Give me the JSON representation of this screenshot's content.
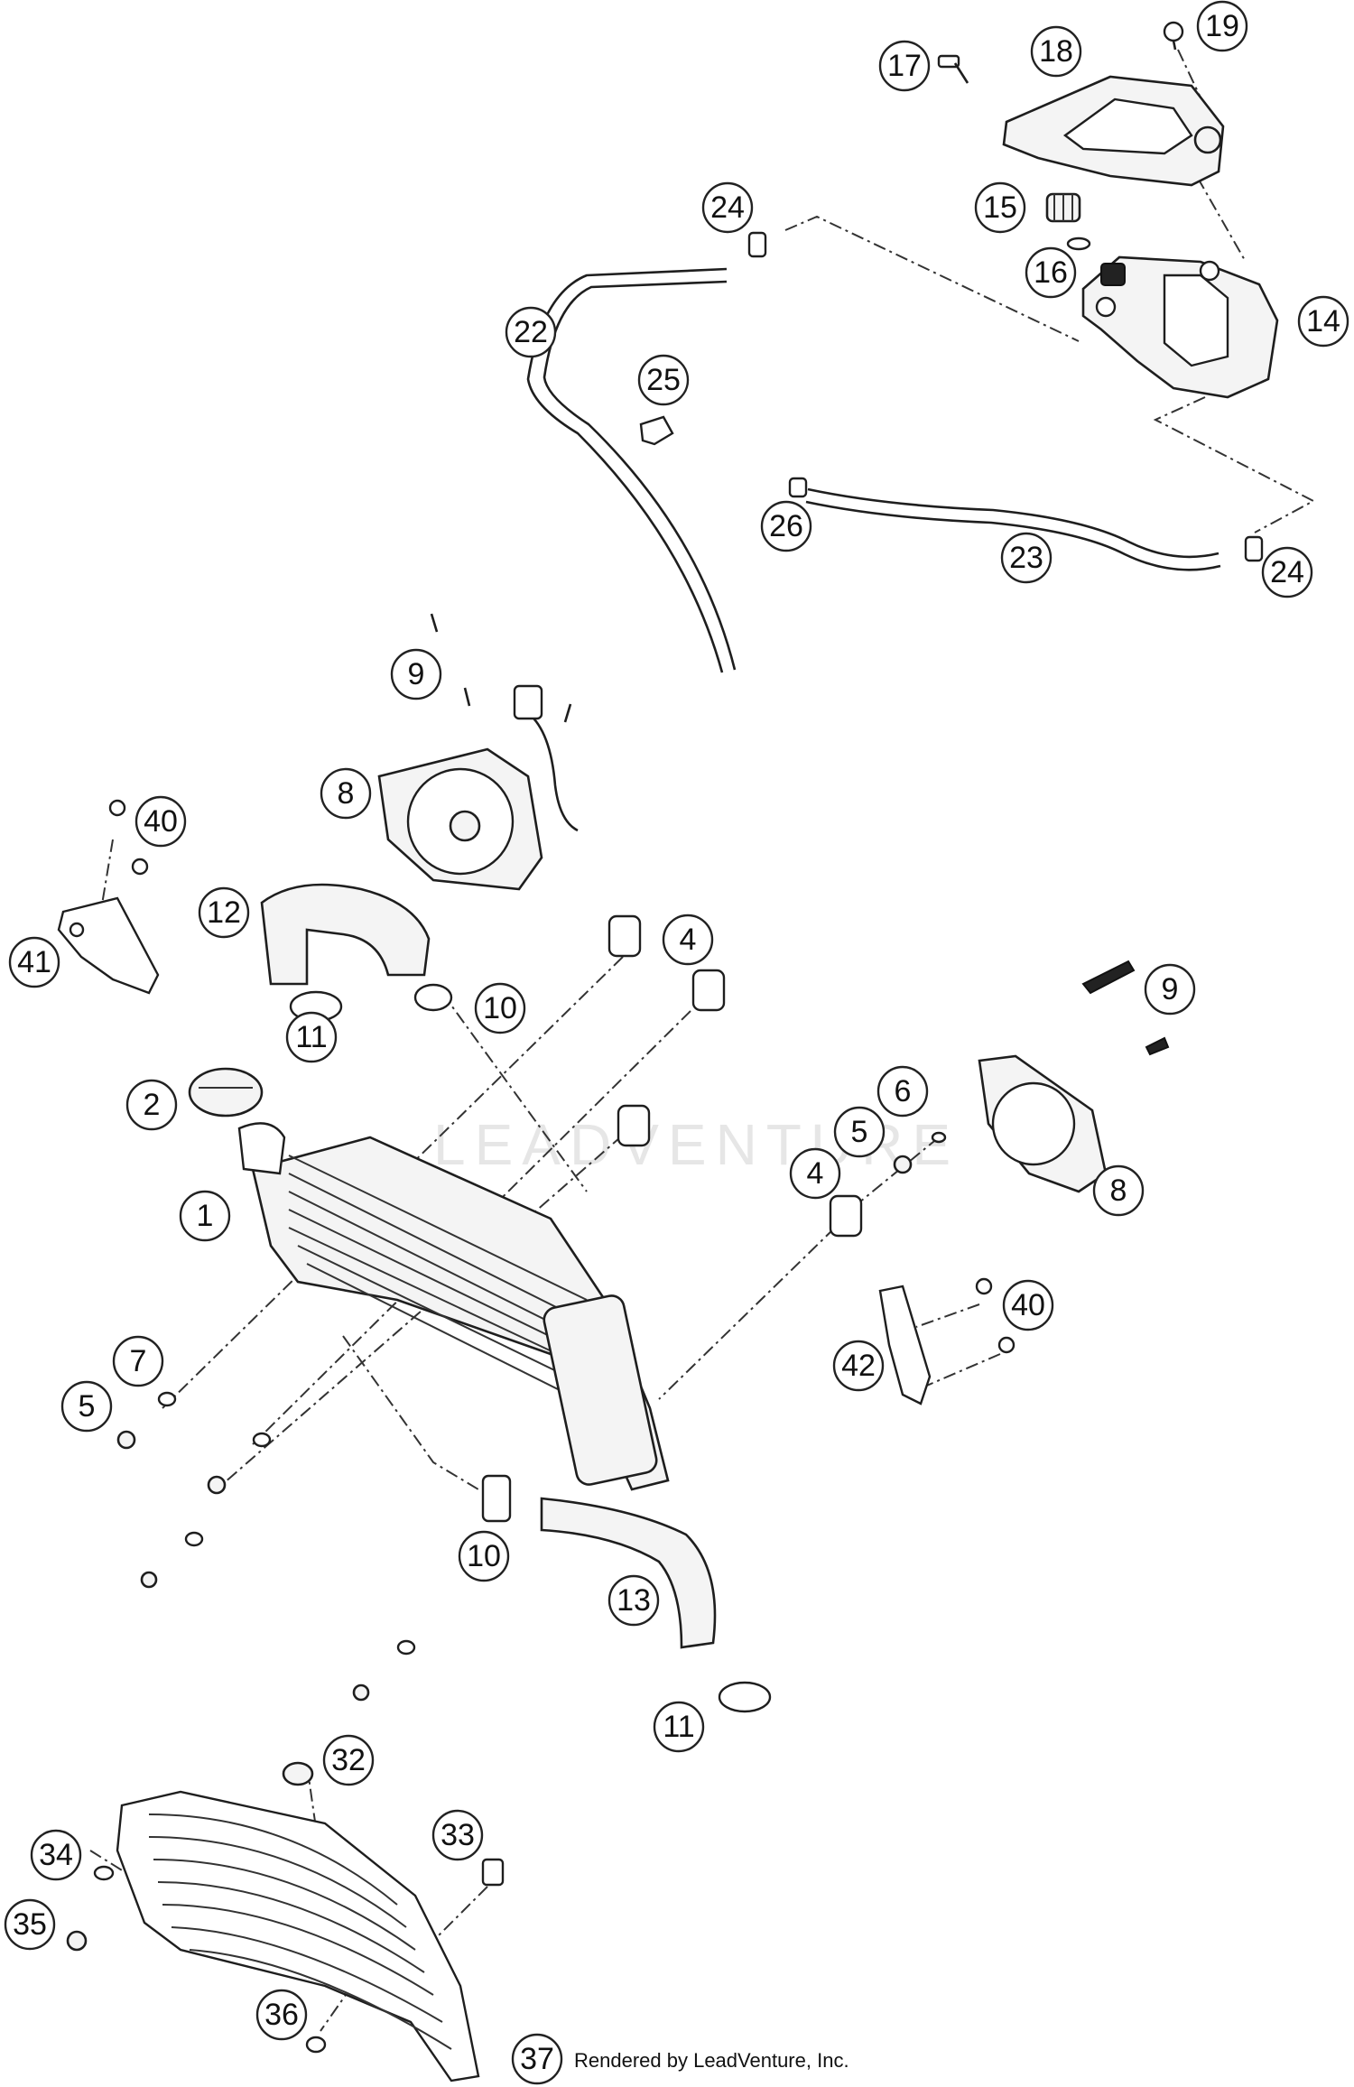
{
  "credit": "Rendered by LeadVenture, Inc.",
  "watermark": "LEADVENTURE",
  "callouts": [
    {
      "label": "1"
    },
    {
      "label": "2"
    },
    {
      "label": "4"
    },
    {
      "label": "4"
    },
    {
      "label": "5"
    },
    {
      "label": "5"
    },
    {
      "label": "6"
    },
    {
      "label": "7"
    },
    {
      "label": "8"
    },
    {
      "label": "8"
    },
    {
      "label": "9"
    },
    {
      "label": "9"
    },
    {
      "label": "10"
    },
    {
      "label": "10"
    },
    {
      "label": "11"
    },
    {
      "label": "11"
    },
    {
      "label": "12"
    },
    {
      "label": "13"
    },
    {
      "label": "14"
    },
    {
      "label": "15"
    },
    {
      "label": "16"
    },
    {
      "label": "17"
    },
    {
      "label": "18"
    },
    {
      "label": "19"
    },
    {
      "label": "22"
    },
    {
      "label": "23"
    },
    {
      "label": "24"
    },
    {
      "label": "24"
    },
    {
      "label": "25"
    },
    {
      "label": "26"
    },
    {
      "label": "32"
    },
    {
      "label": "33"
    },
    {
      "label": "34"
    },
    {
      "label": "35"
    },
    {
      "label": "36"
    },
    {
      "label": "37"
    },
    {
      "label": "40"
    },
    {
      "label": "40"
    },
    {
      "label": "41"
    },
    {
      "label": "42"
    }
  ]
}
